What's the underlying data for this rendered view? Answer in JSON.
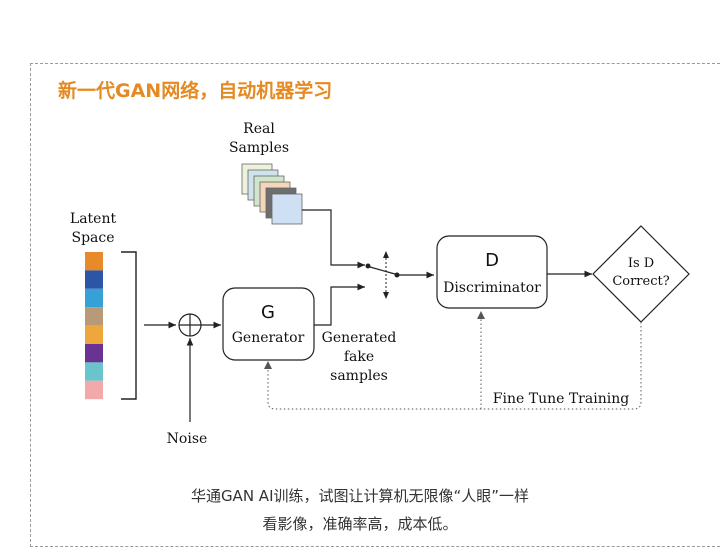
{
  "title": "新一代GAN网络，自动机器学习",
  "diagram": {
    "latent_space_line1": "Latent",
    "latent_space_line2": "Space",
    "real_samples_line1": "Real",
    "real_samples_line2": "Samples",
    "generator_symbol": "G",
    "generator_label": "Generator",
    "discriminator_symbol": "D",
    "discriminator_label": "Discriminator",
    "decision_line1": "Is D",
    "decision_line2": "Correct?",
    "generated_line1": "Generated",
    "generated_line2": "fake",
    "generated_line3": "samples",
    "noise_label": "Noise",
    "fine_tune_label": "Fine Tune Training"
  },
  "latent_colors": [
    "#e8892a",
    "#2d55a5",
    "#35a1d6",
    "#b89a78",
    "#eda73c",
    "#6a3391",
    "#6ac4cc",
    "#f2a9a9"
  ],
  "sample_card_colors": [
    "#eef2dc",
    "#cfe3ec",
    "#cfe6cd",
    "#f4d6b9",
    "#6e6e6e",
    "#cfe0f4"
  ],
  "accent_color": "#e58a22",
  "caption": {
    "line1": "华通GAN AI训练，试图让计算机无限像“人眼”一样",
    "line2": "看影像，准确率高，成本低。"
  }
}
